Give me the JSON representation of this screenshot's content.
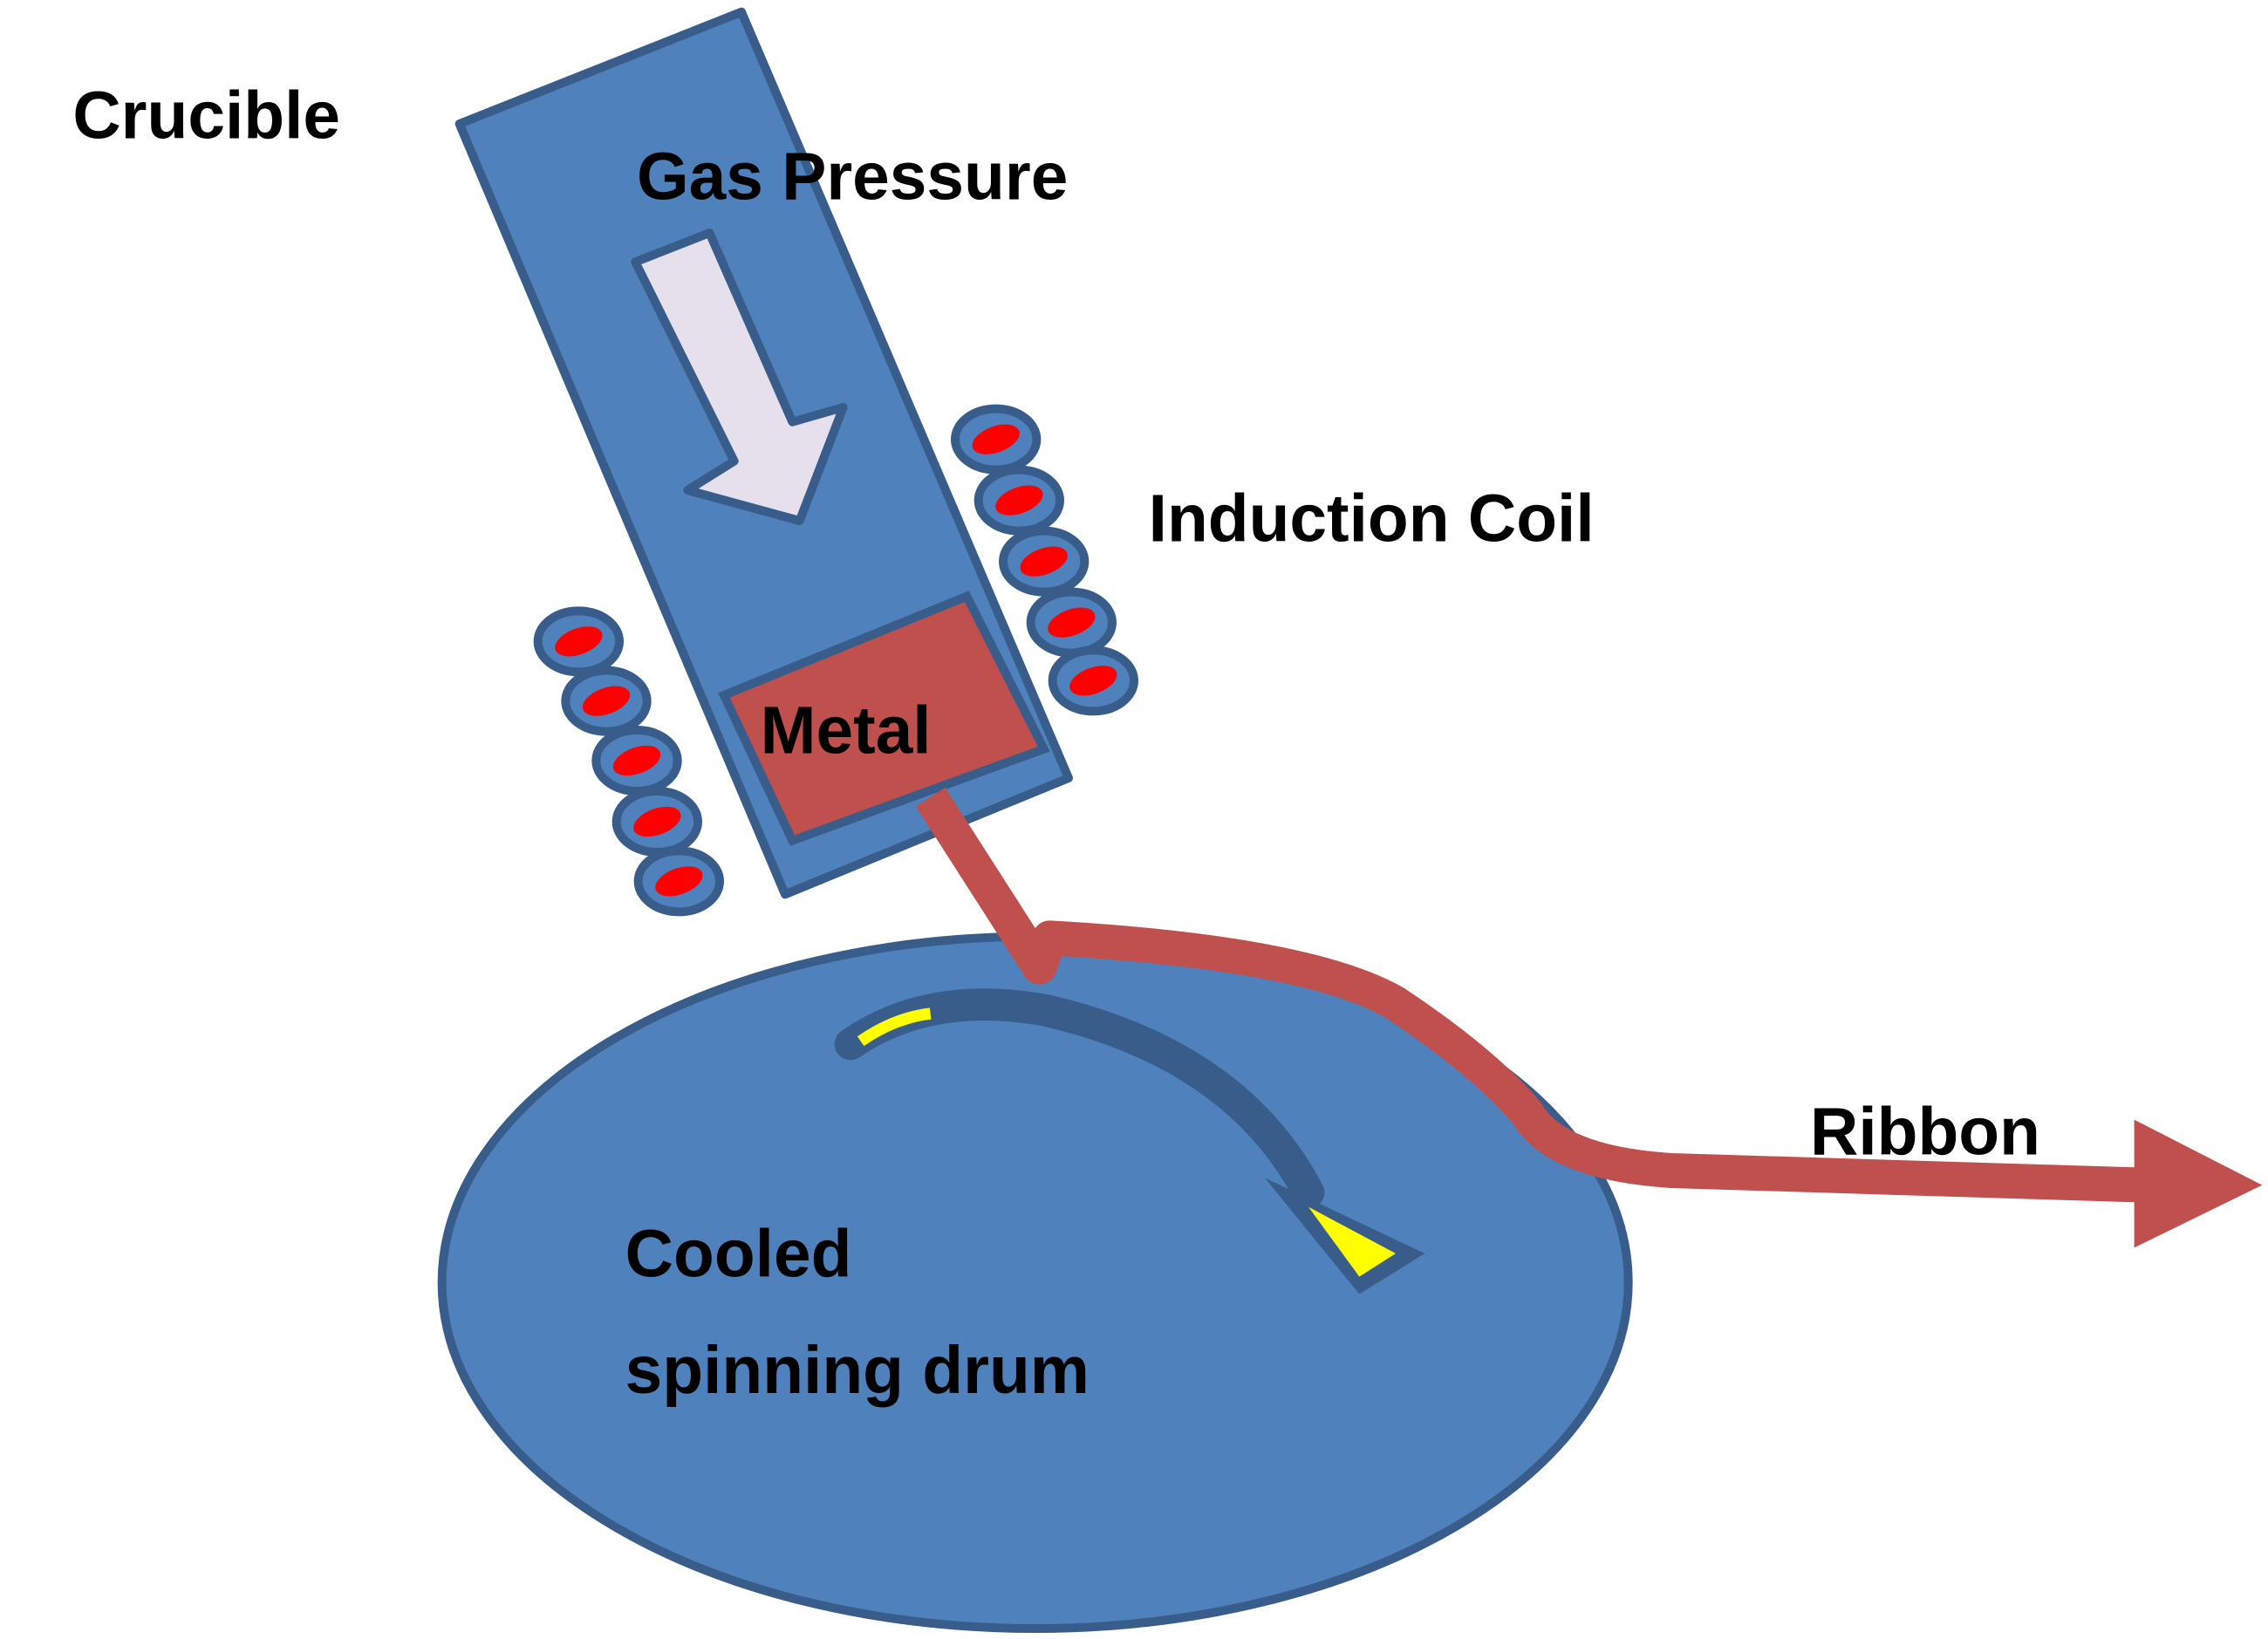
{
  "labels": {
    "crucible": "Crucible",
    "gas_pressure": "Gas Pressure",
    "induction_coil": "Induction Coil",
    "metal": "Metal",
    "ribbon": "Ribbon",
    "drum_line1": "Cooled",
    "drum_line2": "spinning drum"
  },
  "colors": {
    "blue_fill": "#4f81bd",
    "blue_stroke": "#385d8a",
    "metal_red": "#c0504d",
    "coil_red": "#ff0000",
    "arrow_light": "#e6e0ec",
    "accent_yellow": "#ffff00"
  }
}
